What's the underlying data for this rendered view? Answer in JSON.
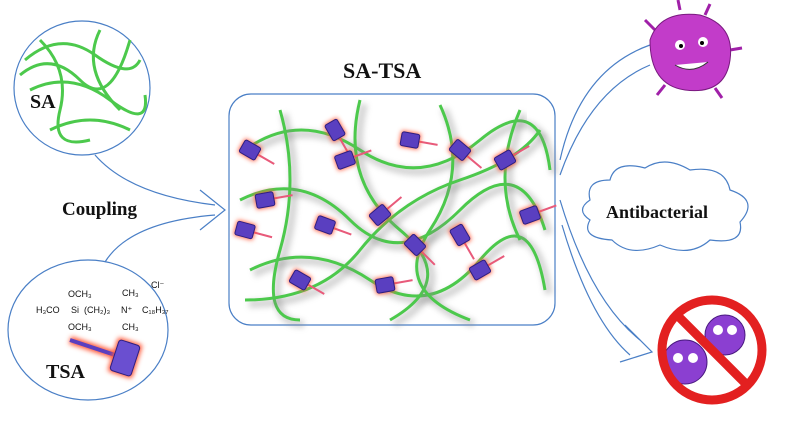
{
  "title": "SA-TSA",
  "labels": {
    "sa": "SA",
    "coupling": "Coupling",
    "tsa": "TSA",
    "antibacterial": "Antibacterial"
  },
  "formula": {
    "top": "OCH₃",
    "left": "H₃CO",
    "si": "Si",
    "chain": "(CH₂)₃",
    "n": "N⁺",
    "right": "C₁₈H₃₇",
    "bottom": "OCH₃",
    "ch3_top": "CH₃",
    "ch3_bottom": "CH₃",
    "counterion": "Cl⁻"
  },
  "colors": {
    "outline": "#4a7fc6",
    "fiber": "#4cc94c",
    "hammer": "#5a3fc0",
    "glow": "#ff5a3a",
    "virus": "#c23cc9",
    "ban": "#e32020",
    "bacteria": "#8b3fd1"
  }
}
